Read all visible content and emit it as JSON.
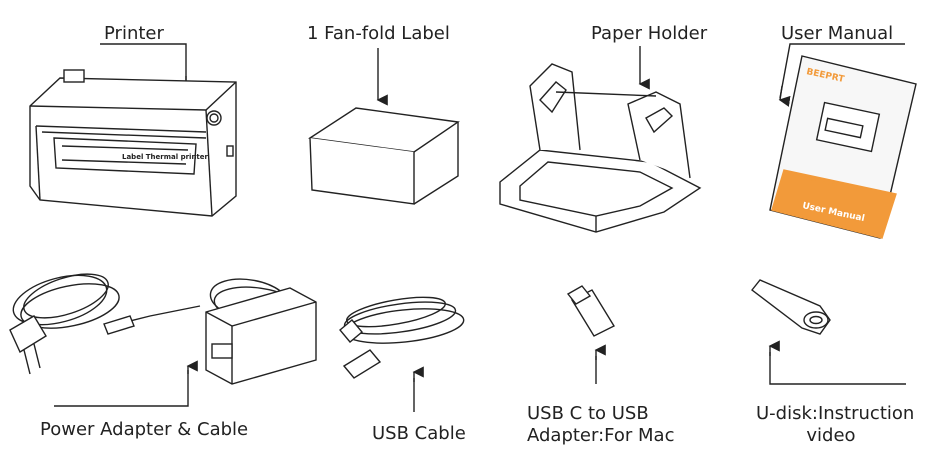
{
  "items": {
    "printer": {
      "label": "Printer",
      "window_text": "Label  Thermal  printer"
    },
    "fan_fold_label": {
      "label": "1 Fan-fold Label"
    },
    "paper_holder": {
      "label": "Paper Holder"
    },
    "user_manual": {
      "label": "User Manual",
      "brand": "BEEPRT",
      "subtitle": "Thermal Label Printer",
      "cover_title": "User Manual"
    },
    "power_adapter": {
      "label": "Power Adapter & Cable"
    },
    "usb_cable": {
      "label": "USB Cable"
    },
    "usb_c_adapter": {
      "line1": "USB C to USB",
      "line2": "Adapter:For Mac"
    },
    "u_disk": {
      "line1": "U-disk:Instruction",
      "line2": "video"
    }
  },
  "colors": {
    "ink": "#222222",
    "manual_orange": "#f29a3a",
    "manual_paper": "#f7f7f7"
  }
}
